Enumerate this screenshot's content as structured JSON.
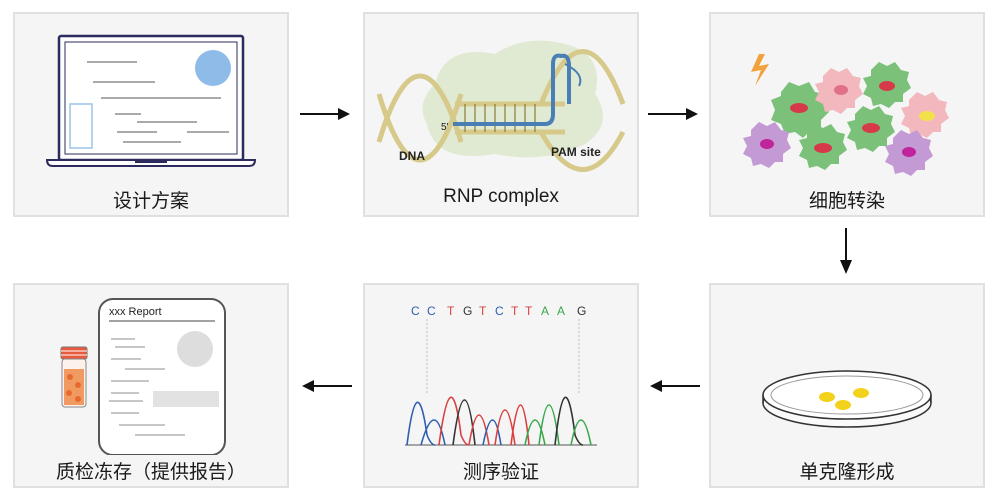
{
  "steps": [
    {
      "label": "设计方案"
    },
    {
      "label": "RNP complex",
      "dna_label": "DNA",
      "pam_label": "PAM site",
      "five_prime": "5'"
    },
    {
      "label": "细胞转染"
    },
    {
      "label": "单克隆形成"
    },
    {
      "label": "测序验证",
      "sequence": [
        "C",
        "C",
        "T",
        "G",
        "T",
        "C",
        "T",
        "T",
        "A",
        "A",
        "G"
      ]
    },
    {
      "label": "质检冻存（提供报告）",
      "report_title": "xxx Report"
    }
  ],
  "colors": {
    "base_C": "#2f5fb0",
    "base_T": "#d94040",
    "base_G": "#333333",
    "base_A": "#3aa84a",
    "dna_strand": "#d6c98a",
    "guide_rna": "#4a7fb5",
    "cell_green": "#7cc17a",
    "cell_pink": "#f2b8bd",
    "cell_purple": "#c39ad3",
    "petri_colony": "#f2d21a"
  },
  "icons": [
    "laptop-icon",
    "lightning-icon",
    "petri-dish-icon",
    "vial-icon",
    "report-icon"
  ]
}
